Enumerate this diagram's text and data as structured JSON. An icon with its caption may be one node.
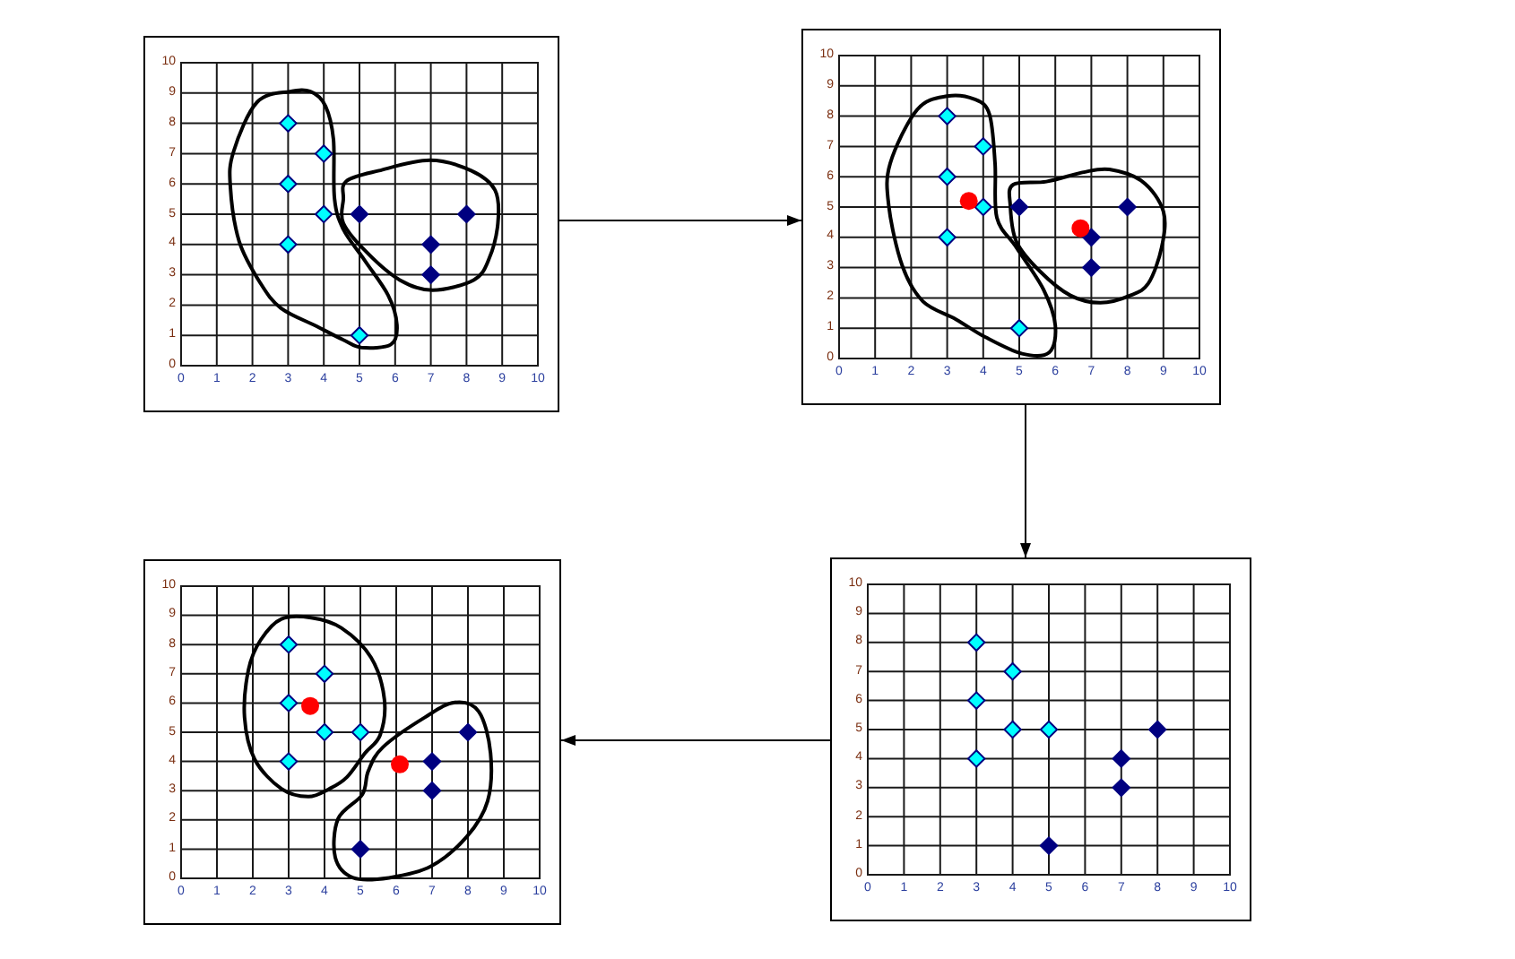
{
  "diagram": {
    "nodes": [
      {
        "text": [],
        "shape": "box"
      },
      {
        "text": [],
        "shape": "box"
      },
      {
        "text": [],
        "shape": "box"
      },
      {
        "text": [],
        "shape": "box"
      }
    ],
    "edges": [
      {
        "from": 0,
        "to": 1,
        "arrow": "to"
      },
      {
        "from": 1,
        "to": 3,
        "arrow": "to"
      },
      {
        "from": 3,
        "to": 2,
        "arrow": "to"
      }
    ],
    "chart_data": [
      {
        "type": "scatter",
        "xlim": [
          0,
          10
        ],
        "ylim": [
          0,
          10
        ],
        "grid": true,
        "xticks": [
          0,
          1,
          2,
          3,
          4,
          5,
          6,
          7,
          8,
          9,
          10
        ],
        "yticks": [
          0,
          1,
          2,
          3,
          4,
          5,
          6,
          7,
          8,
          9,
          10
        ],
        "series": [
          {
            "color": "#00ffff",
            "x": [
              3,
              4,
              3,
              4,
              3,
              5
            ],
            "values": [
              8,
              7,
              6,
              5,
              4,
              1
            ]
          },
          {
            "color": "#000080",
            "x": [
              5,
              7,
              7,
              8
            ],
            "values": [
              5,
              4,
              3,
              5
            ]
          }
        ]
      },
      {
        "type": "scatter",
        "xlim": [
          0,
          10
        ],
        "ylim": [
          0,
          10
        ],
        "grid": true,
        "xticks": [
          0,
          1,
          2,
          3,
          4,
          5,
          6,
          7,
          8,
          9,
          10
        ],
        "yticks": [
          0,
          1,
          2,
          3,
          4,
          5,
          6,
          7,
          8,
          9,
          10
        ],
        "series": [
          {
            "color": "#00ffff",
            "x": [
              3,
              4,
              3,
              4,
              3,
              5
            ],
            "values": [
              8,
              7,
              6,
              5,
              4,
              1
            ]
          },
          {
            "color": "#000080",
            "x": [
              5,
              7,
              7,
              8
            ],
            "values": [
              5,
              4,
              3,
              5
            ]
          },
          {
            "color": "#ff0000",
            "x": [
              3.6,
              6.7
            ],
            "values": [
              5.2,
              4.3
            ]
          }
        ]
      },
      {
        "type": "scatter",
        "xlim": [
          0,
          10
        ],
        "ylim": [
          0,
          10
        ],
        "grid": true,
        "xticks": [
          0,
          1,
          2,
          3,
          4,
          5,
          6,
          7,
          8,
          9,
          10
        ],
        "yticks": [
          0,
          1,
          2,
          3,
          4,
          5,
          6,
          7,
          8,
          9,
          10
        ],
        "series": [
          {
            "color": "#00ffff",
            "x": [
              3,
              4,
              3,
              4,
              5,
              3
            ],
            "values": [
              8,
              7,
              6,
              5,
              5,
              4
            ]
          },
          {
            "color": "#000080",
            "x": [
              5,
              7,
              7,
              8
            ],
            "values": [
              1,
              4,
              3,
              5
            ]
          },
          {
            "color": "#ff0000",
            "x": [
              3.6,
              6.1
            ],
            "values": [
              5.9,
              3.9
            ]
          }
        ]
      },
      {
        "type": "scatter",
        "xlim": [
          0,
          10
        ],
        "ylim": [
          0,
          10
        ],
        "grid": true,
        "xticks": [
          0,
          1,
          2,
          3,
          4,
          5,
          6,
          7,
          8,
          9,
          10
        ],
        "yticks": [
          0,
          1,
          2,
          3,
          4,
          5,
          6,
          7,
          8,
          9,
          10
        ],
        "series": [
          {
            "color": "#00ffff",
            "x": [
              3,
              4,
              3,
              4,
              5,
              3
            ],
            "values": [
              8,
              7,
              6,
              5,
              5,
              4
            ]
          },
          {
            "color": "#000080",
            "x": [
              5,
              7,
              7,
              8
            ],
            "values": [
              1,
              4,
              3,
              5
            ]
          }
        ]
      }
    ]
  }
}
